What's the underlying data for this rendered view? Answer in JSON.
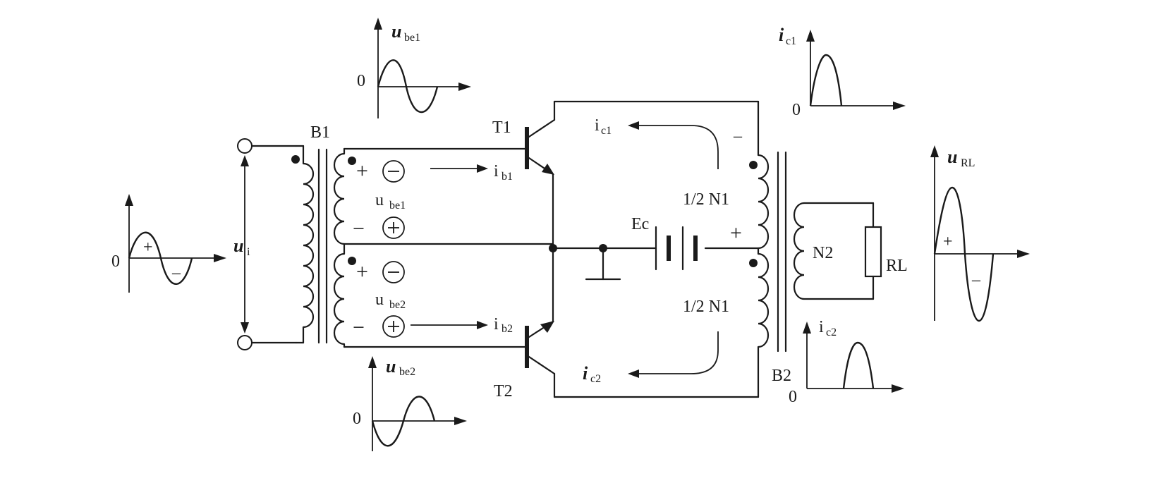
{
  "labels": {
    "b1": "B1",
    "b2": "B2",
    "t1": "T1",
    "t2": "T2",
    "ec": "Ec",
    "n1_top": "1/2 N1",
    "n1_bottom": "1/2 N1",
    "n2": "N2",
    "rl": "RL",
    "ui": "u",
    "ui_sub": "i",
    "ube1_inner": "u",
    "ube1_inner_sub": "be1",
    "ube2_inner": "u",
    "ube2_inner_sub": "be2",
    "ib1": "i",
    "ib1_sub": "b1",
    "ib2": "i",
    "ib2_sub": "b2",
    "ic1_inner": "i",
    "ic1_inner_sub": "c1",
    "ic2_inner": "i",
    "ic2_inner_sub": "c2",
    "minus_top": "–",
    "plus_mid": "+"
  },
  "graphs": {
    "input": {
      "zero": "0",
      "plus": "+",
      "minus": "–"
    },
    "ube1": {
      "name": "u",
      "sub": "be1",
      "zero": "0"
    },
    "ube2": {
      "name": "u",
      "sub": "be2",
      "zero": "0"
    },
    "ic1": {
      "name": "i",
      "sub": "c1",
      "zero": "0"
    },
    "ic2": {
      "name": "i",
      "sub": "c2",
      "zero": "0"
    },
    "url": {
      "name": "u",
      "sub": "RL",
      "plus": "+",
      "minus": "–"
    }
  },
  "polarity": {
    "upper_plus": "+",
    "upper_minus_circ": "−",
    "upper2_minus": "−",
    "upper2_plus_circ": "+",
    "lower_plus": "+",
    "lower_minus_circ": "−",
    "lower2_minus": "−",
    "lower2_plus_circ": "+"
  }
}
